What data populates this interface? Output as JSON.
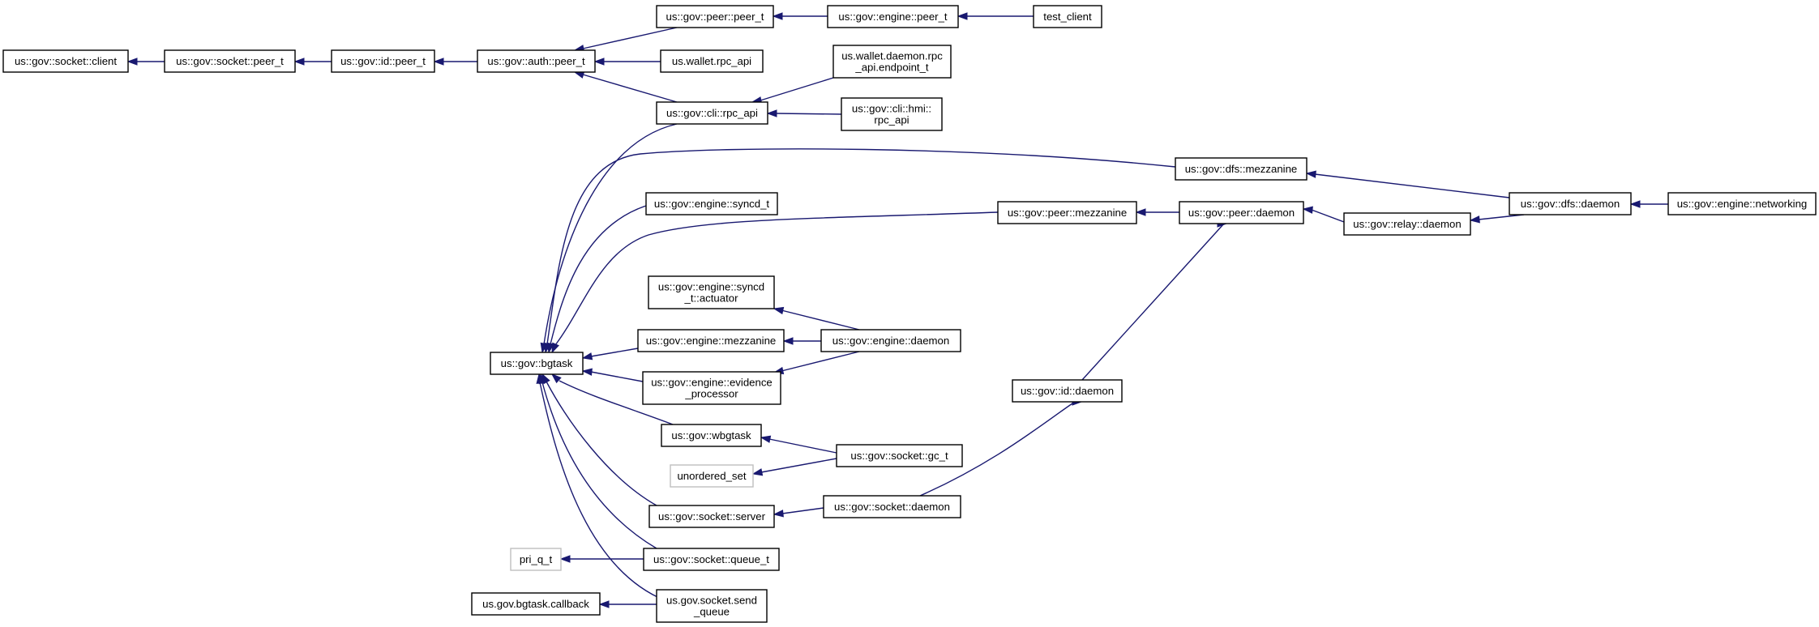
{
  "colors": {
    "edge": "#191970",
    "box_border": "#000000",
    "external_box_border": "#bfbfbf",
    "background": "#ffffff"
  },
  "nodes": {
    "socket_client": "us::gov::socket::client",
    "socket_peer_t": "us::gov::socket::peer_t",
    "id_peer_t": "us::gov::id::peer_t",
    "auth_peer_t": "us::gov::auth::peer_t",
    "peer_peer_t": "us::gov::peer::peer_t",
    "engine_peer_t": "us::gov::engine::peer_t",
    "test_client": "test_client",
    "wallet_rpc_api": "us.wallet.rpc_api",
    "wallet_daemon_rpc_1": "us.wallet.daemon.rpc",
    "wallet_daemon_rpc_2": "_api.endpoint_t",
    "cli_rpc_api": "us::gov::cli::rpc_api",
    "cli_hmi_1": "us::gov::cli::hmi::",
    "cli_hmi_2": "rpc_api",
    "dfs_mezzanine": "us::gov::dfs::mezzanine",
    "dfs_daemon": "us::gov::dfs::daemon",
    "engine_networking": "us::gov::engine::networking",
    "engine_syncd_t": "us::gov::engine::syncd_t",
    "peer_mezzanine": "us::gov::peer::mezzanine",
    "peer_daemon": "us::gov::peer::daemon",
    "relay_daemon": "us::gov::relay::daemon",
    "syncd_actuator_1": "us::gov::engine::syncd",
    "syncd_actuator_2": "_t::actuator",
    "bgtask": "us::gov::bgtask",
    "engine_mezzanine": "us::gov::engine::mezzanine",
    "engine_daemon": "us::gov::engine::daemon",
    "evidence_processor_1": "us::gov::engine::evidence",
    "evidence_processor_2": "_processor",
    "id_daemon": "us::gov::id::daemon",
    "wbgtask": "us::gov::wbgtask",
    "socket_gc_t": "us::gov::socket::gc_t",
    "unordered_set": "unordered_set",
    "socket_server": "us::gov::socket::server",
    "socket_daemon": "us::gov::socket::daemon",
    "pri_q_t": "pri_q_t",
    "socket_queue_t": "us::gov::socket::queue_t",
    "bgtask_callback": "us.gov.bgtask.callback",
    "send_queue_1": "us.gov.socket.send",
    "send_queue_2": "_queue"
  }
}
